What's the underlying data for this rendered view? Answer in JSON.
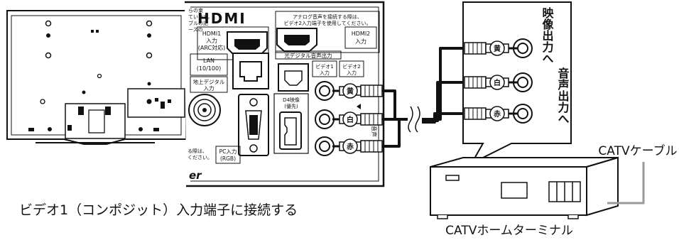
{
  "panel": {
    "hdmi_logo": "HDMI",
    "hdmi1_line1": "HDMI1",
    "hdmi1_line2": "入力",
    "hdmi1_line3": "(ARC対応)",
    "analog_note_line1": "アナログ音声を接続する際は、",
    "analog_note_line2": "ビデオ2入力端子を使用してください。",
    "hdmi2_line1": "HDMI2",
    "hdmi2_line2": "入力",
    "left_note_lines": [
      "らの束",
      "ています。",
      "ブルの記",
      "ースの"
    ],
    "lan_line1": "LAN",
    "lan_line2": "(10/100)",
    "optical_label": "光デジタル音声出力",
    "terrestrial_line1": "地上デジタル",
    "terrestrial_line2": "入力",
    "video1_line1": "ビデオ1",
    "video1_line2": "入力",
    "video2_line1": "ビデオ2",
    "video2_line2": "入力",
    "d4_line1": "D4映像",
    "d4_line2": "(優先)",
    "pc_note_line1": "る際は、",
    "pc_note_line2": "ください。",
    "pc_line1": "PC入力",
    "pc_line2": "(RGB)",
    "onsei": "音声",
    "logo_partial": "er"
  },
  "plugs": {
    "yellow": "黄",
    "white": "白",
    "red": "赤"
  },
  "output_labels": {
    "video_out": "映像出力へ",
    "audio_out": "音声出力へ"
  },
  "caption": "ビデオ1（コンポジット）入力端子に接続する",
  "catv_cable_label": "CATVケーブル",
  "catv_terminal_label": "CATVホームターミナル"
}
